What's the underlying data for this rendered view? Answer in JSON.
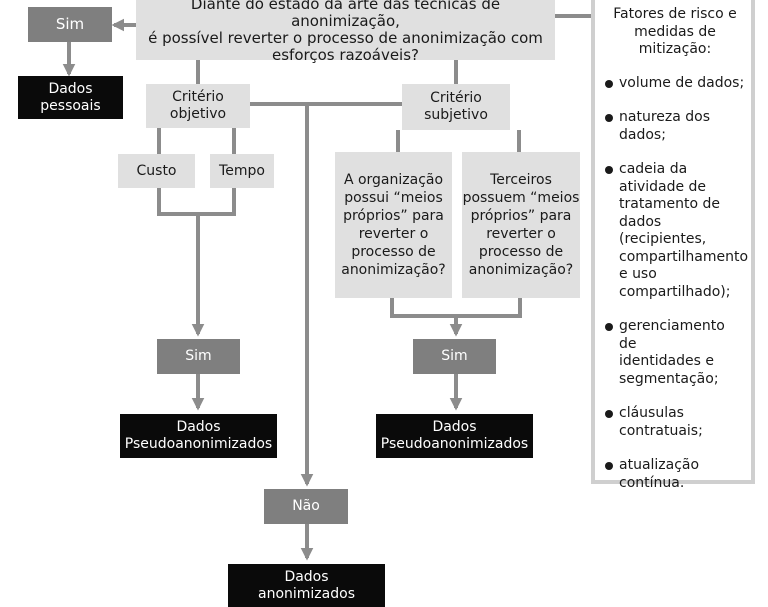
{
  "diagram": {
    "question": "Diante do estado da arte das técnicas de anonimização,\né possível reverter o processo de anonimização com\nesforços razoáveis?",
    "sim_top": "Sim",
    "dados_pessoais": "Dados\npessoais",
    "criterio_objetivo": "Critério\nobjetivo",
    "criterio_subjetivo": "Critério\nsubjetivo",
    "custo": "Custo",
    "tempo": "Tempo",
    "organizacao": "A organização\npossui “meios\npróprios” para\nreverter o\nprocesso de\nanonimização?",
    "terceiros": "Terceiros\npossuem “meios\npróprios” para\nreverter o\nprocesso de\nanonimização?",
    "sim_left": "Sim",
    "sim_right": "Sim",
    "pseudo_left": "Dados\nPseudoanonimizados",
    "pseudo_right": "Dados\nPseudoanonimizados",
    "nao": "Não",
    "anonimizados": "Dados\nanonimizados"
  },
  "sidebar": {
    "title": "Fatores de risco e\nmedidas de\nmitização:",
    "items": [
      "volume de dados;",
      "natureza dos\ndados;",
      "cadeia da\natividade de\ntratamento de\ndados\n(recipientes,\ncompartilhamento\ne uso\ncompartilhado);",
      "gerenciamento de\nidentidades e\nsegmentação;",
      "cláusulas\ncontratuais;",
      "atualização\ncontínua."
    ]
  },
  "colors": {
    "light": "#e0e0e0",
    "dark": "#7f7f7f",
    "black": "#0a0a0a",
    "connector": "#8c8c8c"
  }
}
